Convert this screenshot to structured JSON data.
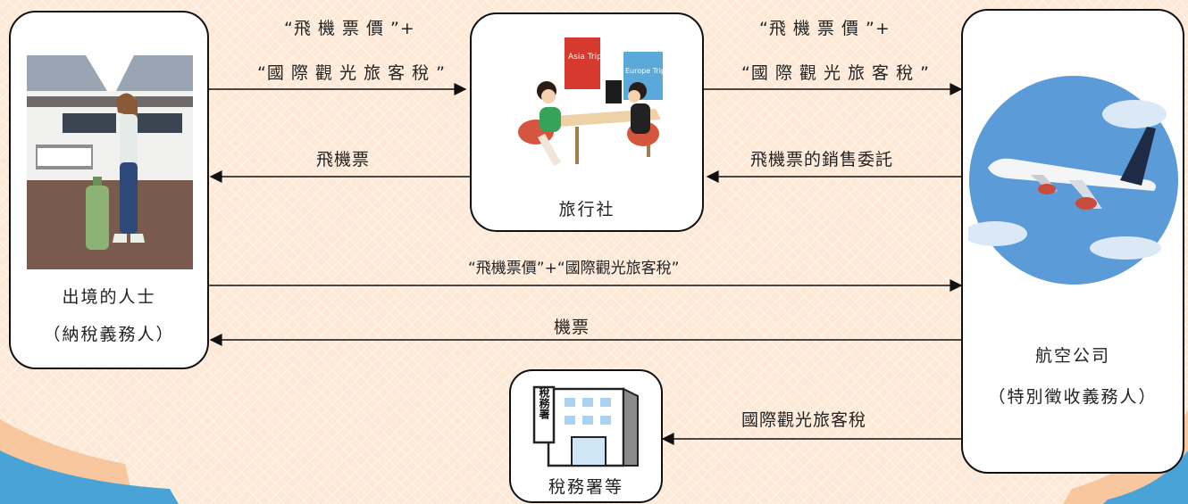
{
  "nodes": {
    "traveler": {
      "line1": "出境的人士",
      "line2": "（納稅義務人）"
    },
    "agency": {
      "label": "旅行社",
      "sign1": "Asia Trip",
      "sign2": "Europe Trip"
    },
    "airline": {
      "line1": "航空公司",
      "line2": "（特別徵收義務人）"
    },
    "taxoffice": {
      "label": "稅務署等",
      "sign": "稅務署"
    }
  },
  "flows": {
    "traveler_to_agency_line1": "“飛 機 票 價 ”+",
    "traveler_to_agency_line2": "“國 際 觀 光 旅 客 稅 ”",
    "agency_to_traveler": "飛機票",
    "agency_to_airline_line1": "“飛 機 票 價 ”+",
    "agency_to_airline_line2": "“國 際 觀 光 旅 客 稅 ”",
    "airline_to_agency": "飛機票的銷售委託",
    "traveler_to_airline": "“飛機票價”+“國際觀光旅客稅”",
    "airline_to_traveler": "機票",
    "airline_to_taxoffice": "國際觀光旅客稅"
  },
  "colors": {
    "background": "#fde9d6",
    "accent_swoosh": "#4aa3d6",
    "sky": "#5b9bd8"
  }
}
